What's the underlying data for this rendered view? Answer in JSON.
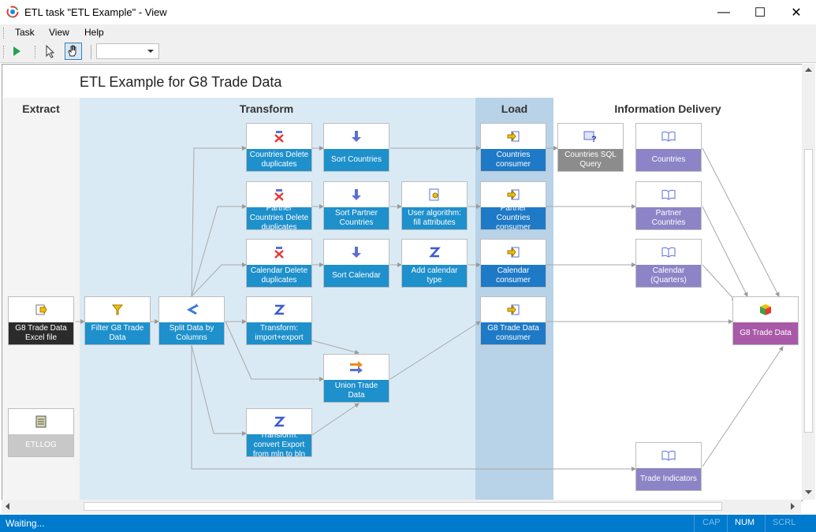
{
  "window": {
    "title": "ETL task \"ETL Example\" - View",
    "minimize": "—",
    "maximize": "☐",
    "close": "✕"
  },
  "menu": {
    "task": "Task",
    "view": "View",
    "help": "Help"
  },
  "toolbar": {
    "dropdown_value": ""
  },
  "diagram": {
    "title": "ETL Example for G8 Trade Data",
    "lanes": {
      "extract": "Extract",
      "transform": "Transform",
      "load": "Load",
      "delivery": "Information Delivery"
    },
    "nodes": {
      "excel_file": "G8 Trade Data Excel file",
      "etllog": "ETLLOG",
      "filter": "Filter G8 Trade Data",
      "split": "Split Data by Columns",
      "countries_delete": "Countries Delete duplicates",
      "sort_countries": "Sort Countries",
      "partner_delete": "Partner Countries Delete duplicates",
      "sort_partner": "Sort Partner Countries",
      "user_algorithm": "User algorithm: fill attributes",
      "calendar_delete": "Calendar Delete duplicates",
      "sort_calendar": "Sort Calendar",
      "add_calendar": "Add calendar type",
      "transform_ie": "Transform: import+export",
      "union": "Union Trade Data",
      "transform_convert": "Transform: convert Export from mln to bln",
      "countries_consumer": "Countries consumer",
      "partner_consumer": "Partner Countries consumer",
      "calendar_consumer": "Calendar consumer",
      "g8_consumer": "G8 Trade Data consumer",
      "countries_sql": "Countries SQL Query",
      "countries": "Countries",
      "partner_countries": "Partner Countries",
      "calendar_quarters": "Calendar (Quarters)",
      "g8_trade_data": "G8 Trade Data",
      "trade_indicators": "Trade Indicators"
    },
    "colors": {
      "blue": "#1e90cc",
      "dark": "#2b2b2b",
      "grey": "#c8c8c8",
      "sqlgrey": "#8c8c8c",
      "purple": "#8c84c6",
      "magenta": "#a85aa8",
      "load": "#1e79c6"
    }
  },
  "status": {
    "text": "Waiting...",
    "cap": "CAP",
    "num": "NUM",
    "scrl": "SCRL"
  }
}
